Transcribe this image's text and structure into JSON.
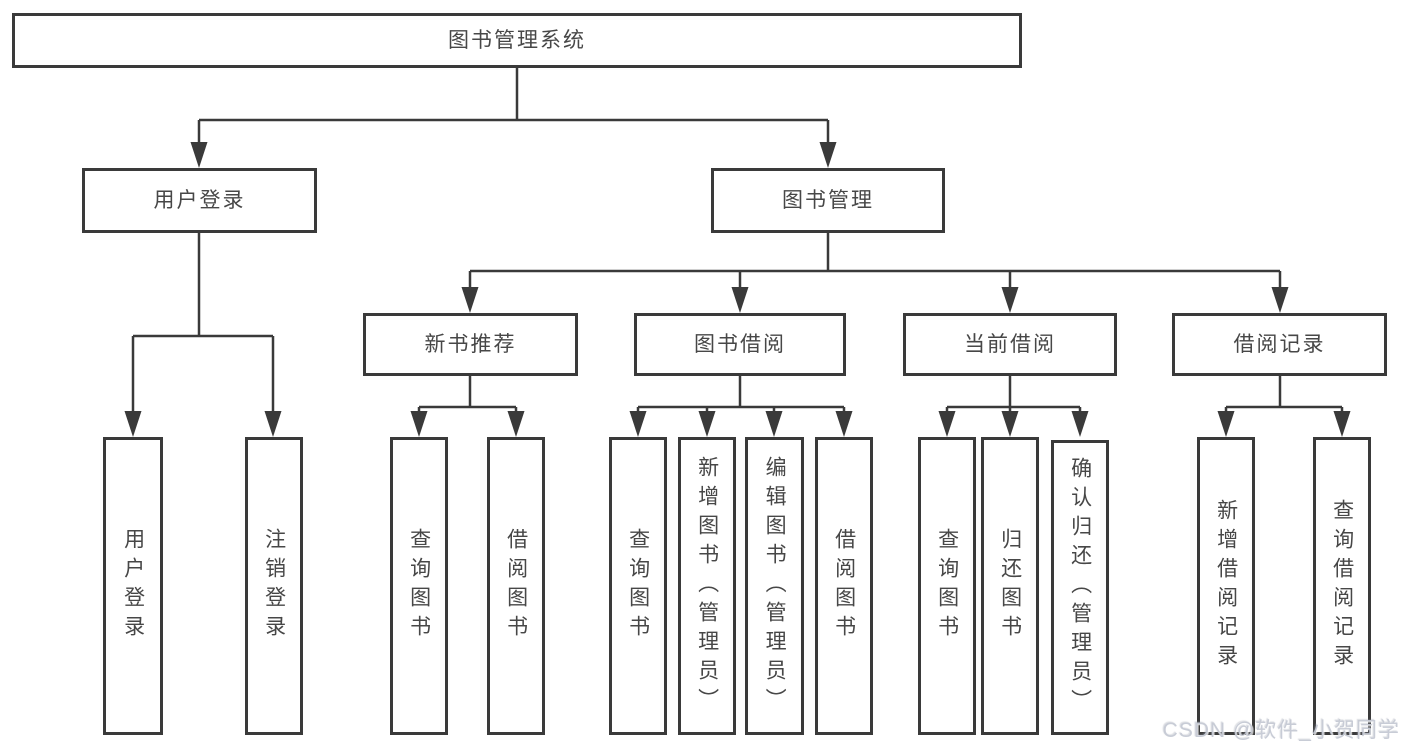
{
  "diagram": {
    "root": "图书管理系统",
    "level2": {
      "user_login": "用户登录",
      "book_management": "图书管理"
    },
    "level3": {
      "new_book_recommend": "新书推荐",
      "book_borrow": "图书借阅",
      "current_borrow": "当前借阅",
      "borrow_record": "借阅记录"
    },
    "leaves": {
      "user_login": [
        "用户登录",
        "注销登录"
      ],
      "new_book_recommend": [
        "查询图书",
        "借阅图书"
      ],
      "book_borrow": [
        "查询图书",
        "新增图书（管理员）",
        "编辑图书（管理员）",
        "借阅图书"
      ],
      "current_borrow": [
        "查询图书",
        "归还图书",
        "确认归还（管理员）"
      ],
      "borrow_record": [
        "新增借阅记录",
        "查询借阅记录"
      ]
    }
  },
  "watermark": "CSDN @软件_小贺同学",
  "colors": {
    "line": "#3a3a3a",
    "box_border": "#3a3a3a",
    "box_background": "#ffffff",
    "text": "#474747",
    "watermark": "#c5c9d4",
    "page_background": "#ffffff"
  }
}
